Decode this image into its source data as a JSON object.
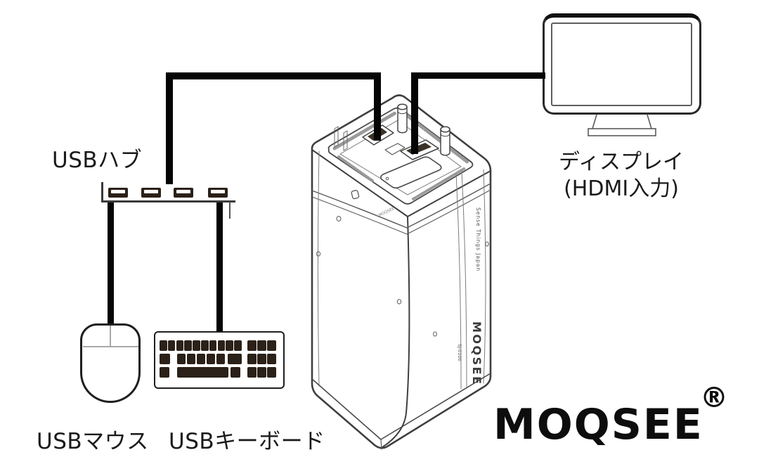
{
  "hub": {
    "label": "USBハブ",
    "port_count": 4
  },
  "mouse": {
    "label": "USBマウス"
  },
  "keyboard": {
    "label": "USBキーボード"
  },
  "display": {
    "label_line1": "ディスプレイ",
    "label_line2": "(HDMI入力)"
  },
  "device": {
    "side_company": "Sense Things Japan",
    "side_brand": "MOQSEE",
    "side_model": "SJ-0100",
    "top_text": "MOQSEE"
  },
  "logo": {
    "text": "MOQSEE",
    "registered": "®"
  },
  "connections": [
    {
      "from": "device-usb-port",
      "to": "usb-hub"
    },
    {
      "from": "device-hdmi-port",
      "to": "display"
    },
    {
      "from": "usb-hub",
      "to": "usb-mouse"
    },
    {
      "from": "usb-hub",
      "to": "usb-keyboard"
    }
  ],
  "colors": {
    "background": "#ffffff",
    "outline": "#3f3f3f",
    "cable": "#050505",
    "key": "#2b2118",
    "text": "#1a1a1a"
  }
}
